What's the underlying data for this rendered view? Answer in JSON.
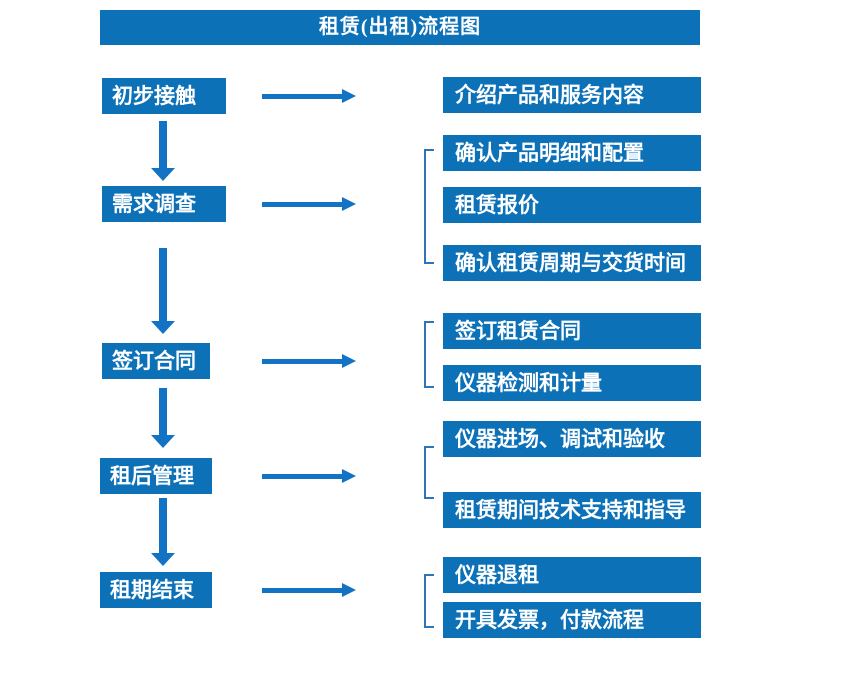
{
  "title": "租赁(出租)流程图",
  "colors": {
    "box": "#0d71b8",
    "arrow": "#1273c4",
    "bracket": "#2e75b6",
    "text": "#ffffff"
  },
  "steps": [
    {
      "label": "初步接触",
      "details": [
        "介绍产品和服务内容"
      ]
    },
    {
      "label": "需求调查",
      "details": [
        "确认产品明细和配置",
        "租赁报价",
        "确认租赁周期与交货时间"
      ]
    },
    {
      "label": "签订合同",
      "details": [
        "签订租赁合同",
        "仪器检测和计量"
      ]
    },
    {
      "label": "租后管理",
      "details": [
        "仪器进场、调试和验收",
        "租赁期间技术支持和指导"
      ]
    },
    {
      "label": "租期结束",
      "details": [
        "仪器退租",
        "开具发票，付款流程"
      ]
    }
  ]
}
